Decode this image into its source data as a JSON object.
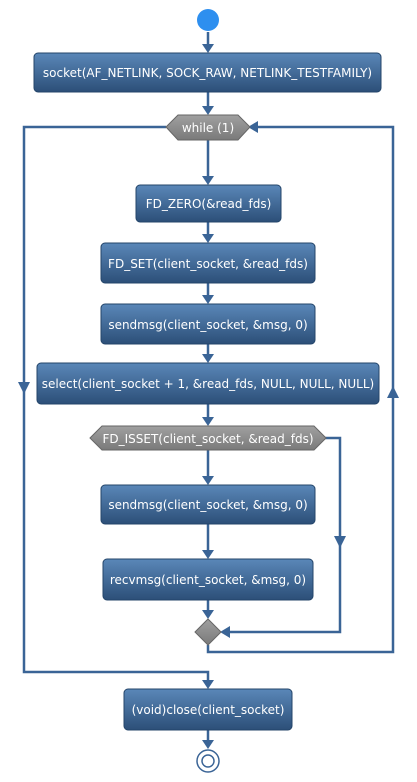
{
  "diagram": {
    "type": "activity-flowchart",
    "colors": {
      "start": "#2e8fef",
      "action_fill_top": "#4e7bac",
      "action_fill_bottom": "#2c4f78",
      "condition_fill": "#8c8c8c",
      "edge": "#3a6496",
      "text": "#ffffff"
    },
    "actions": {
      "socket": "socket(AF_NETLINK, SOCK_RAW, NETLINK_TESTFAMILY)",
      "fd_zero": "FD_ZERO(&read_fds)",
      "fd_set": "FD_SET(client_socket, &read_fds)",
      "sendmsg_1": "sendmsg(client_socket, &msg, 0)",
      "select": "select(client_socket + 1, &read_fds, NULL, NULL, NULL)",
      "sendmsg_2": "sendmsg(client_socket, &msg, 0)",
      "recvmsg": "recvmsg(client_socket, &msg, 0)",
      "close": "(void)close(client_socket)"
    },
    "conditions": {
      "while": "while (1)",
      "fd_isset": "FD_ISSET(client_socket, &read_fds)"
    }
  }
}
